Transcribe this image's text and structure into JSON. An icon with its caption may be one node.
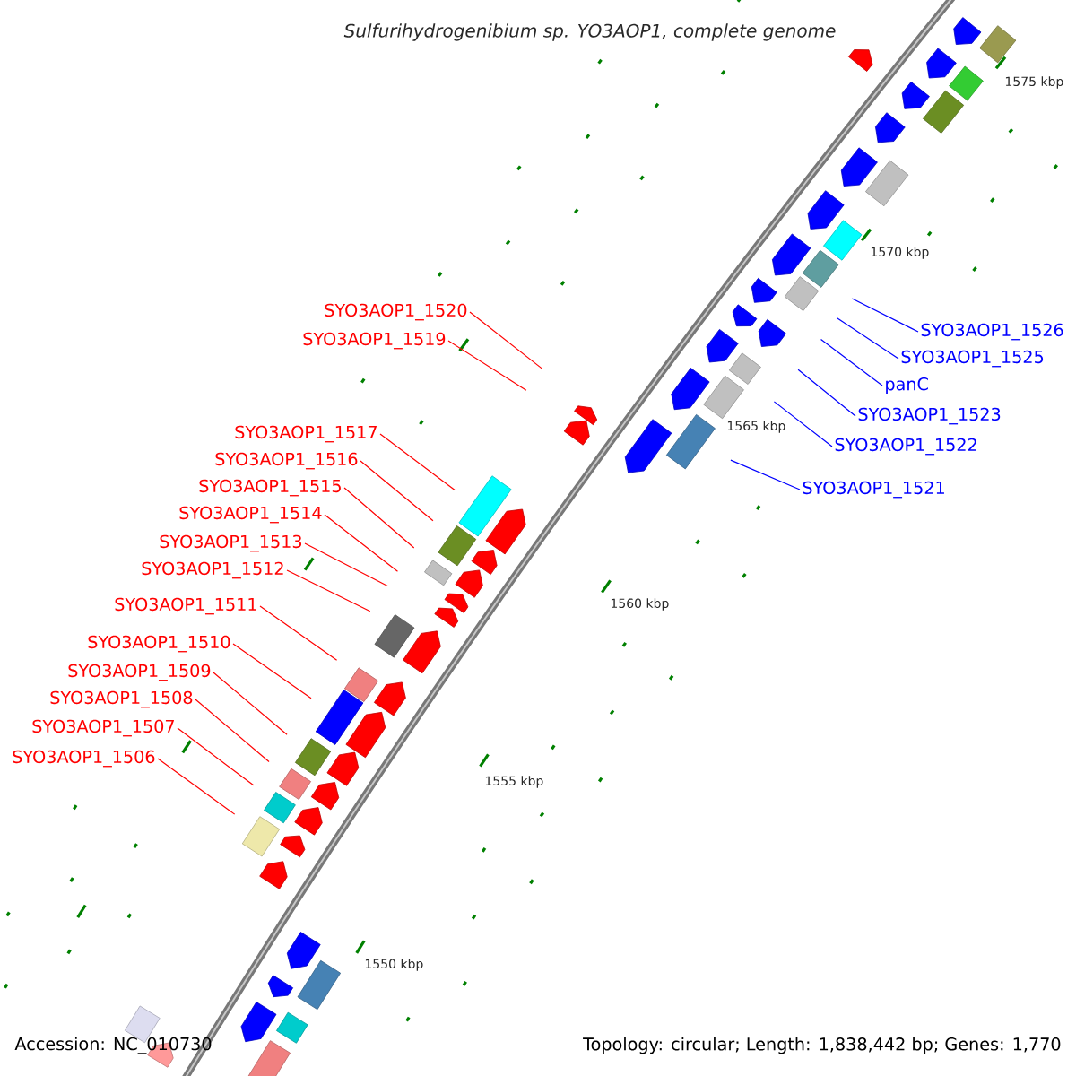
{
  "diagram": {
    "title": "Sulfurihydrogenibium sp. YO3AOP1, complete genome",
    "nodes": [
      {
        "text": [
          "SYO3AOP1_1520"
        ]
      },
      {
        "text": [
          "SYO3AOP1_1519"
        ]
      },
      {
        "text": [
          "SYO3AOP1_1517"
        ]
      },
      {
        "text": [
          "SYO3AOP1_1516"
        ]
      },
      {
        "text": [
          "SYO3AOP1_1515"
        ]
      },
      {
        "text": [
          "SYO3AOP1_1514"
        ]
      },
      {
        "text": [
          "SYO3AOP1_1513"
        ]
      },
      {
        "text": [
          "SYO3AOP1_1512"
        ]
      },
      {
        "text": [
          "SYO3AOP1_1511"
        ]
      },
      {
        "text": [
          "SYO3AOP1_1510"
        ]
      },
      {
        "text": [
          "SYO3AOP1_1509"
        ]
      },
      {
        "text": [
          "SYO3AOP1_1508"
        ]
      },
      {
        "text": [
          "SYO3AOP1_1507"
        ]
      },
      {
        "text": [
          "SYO3AOP1_1506"
        ]
      },
      {
        "text": [
          "SYO3AOP1_1526"
        ]
      },
      {
        "text": [
          "SYO3AOP1_1525"
        ]
      },
      {
        "text": [
          "panC"
        ]
      },
      {
        "text": [
          "SYO3AOP1_1523"
        ]
      },
      {
        "text": [
          "SYO3AOP1_1522"
        ]
      },
      {
        "text": [
          "SYO3AOP1_1521"
        ]
      }
    ],
    "edges": [
      {
        "from": 0,
        "to": null,
        "arrow": "none"
      },
      {
        "from": 1,
        "to": null,
        "arrow": "none"
      },
      {
        "from": 2,
        "to": null,
        "arrow": "none"
      },
      {
        "from": 3,
        "to": null,
        "arrow": "none"
      },
      {
        "from": 4,
        "to": null,
        "arrow": "none"
      },
      {
        "from": 5,
        "to": null,
        "arrow": "none"
      },
      {
        "from": 6,
        "to": null,
        "arrow": "none"
      },
      {
        "from": 7,
        "to": null,
        "arrow": "none"
      },
      {
        "from": 8,
        "to": null,
        "arrow": "none"
      },
      {
        "from": 9,
        "to": null,
        "arrow": "none"
      },
      {
        "from": 10,
        "to": null,
        "arrow": "none"
      },
      {
        "from": 11,
        "to": null,
        "arrow": "none"
      },
      {
        "from": 12,
        "to": null,
        "arrow": "none"
      },
      {
        "from": 13,
        "to": null,
        "arrow": "none"
      },
      {
        "from": 14,
        "to": null,
        "arrow": "none",
        "color": "#0000ff"
      },
      {
        "from": 15,
        "to": null,
        "arrow": "none",
        "color": "#0000ff"
      },
      {
        "from": 16,
        "to": null,
        "arrow": "none",
        "color": "#0000ff"
      },
      {
        "from": 17,
        "to": null,
        "arrow": "none",
        "color": "#0000ff"
      },
      {
        "from": 18,
        "to": null,
        "arrow": "none",
        "color": "#0000ff"
      },
      {
        "from": 19,
        "to": null,
        "arrow": "none",
        "color": "#0000ff"
      }
    ],
    "labels": [
      "1575 kbp",
      "1570 kbp",
      "1565 kbp",
      "1560 kbp",
      "1555 kbp",
      "1550 kbp",
      "Accession: NC_010730",
      "Topology: circular; Length: 1,838,442 bp; Genes: 1,770"
    ]
  }
}
